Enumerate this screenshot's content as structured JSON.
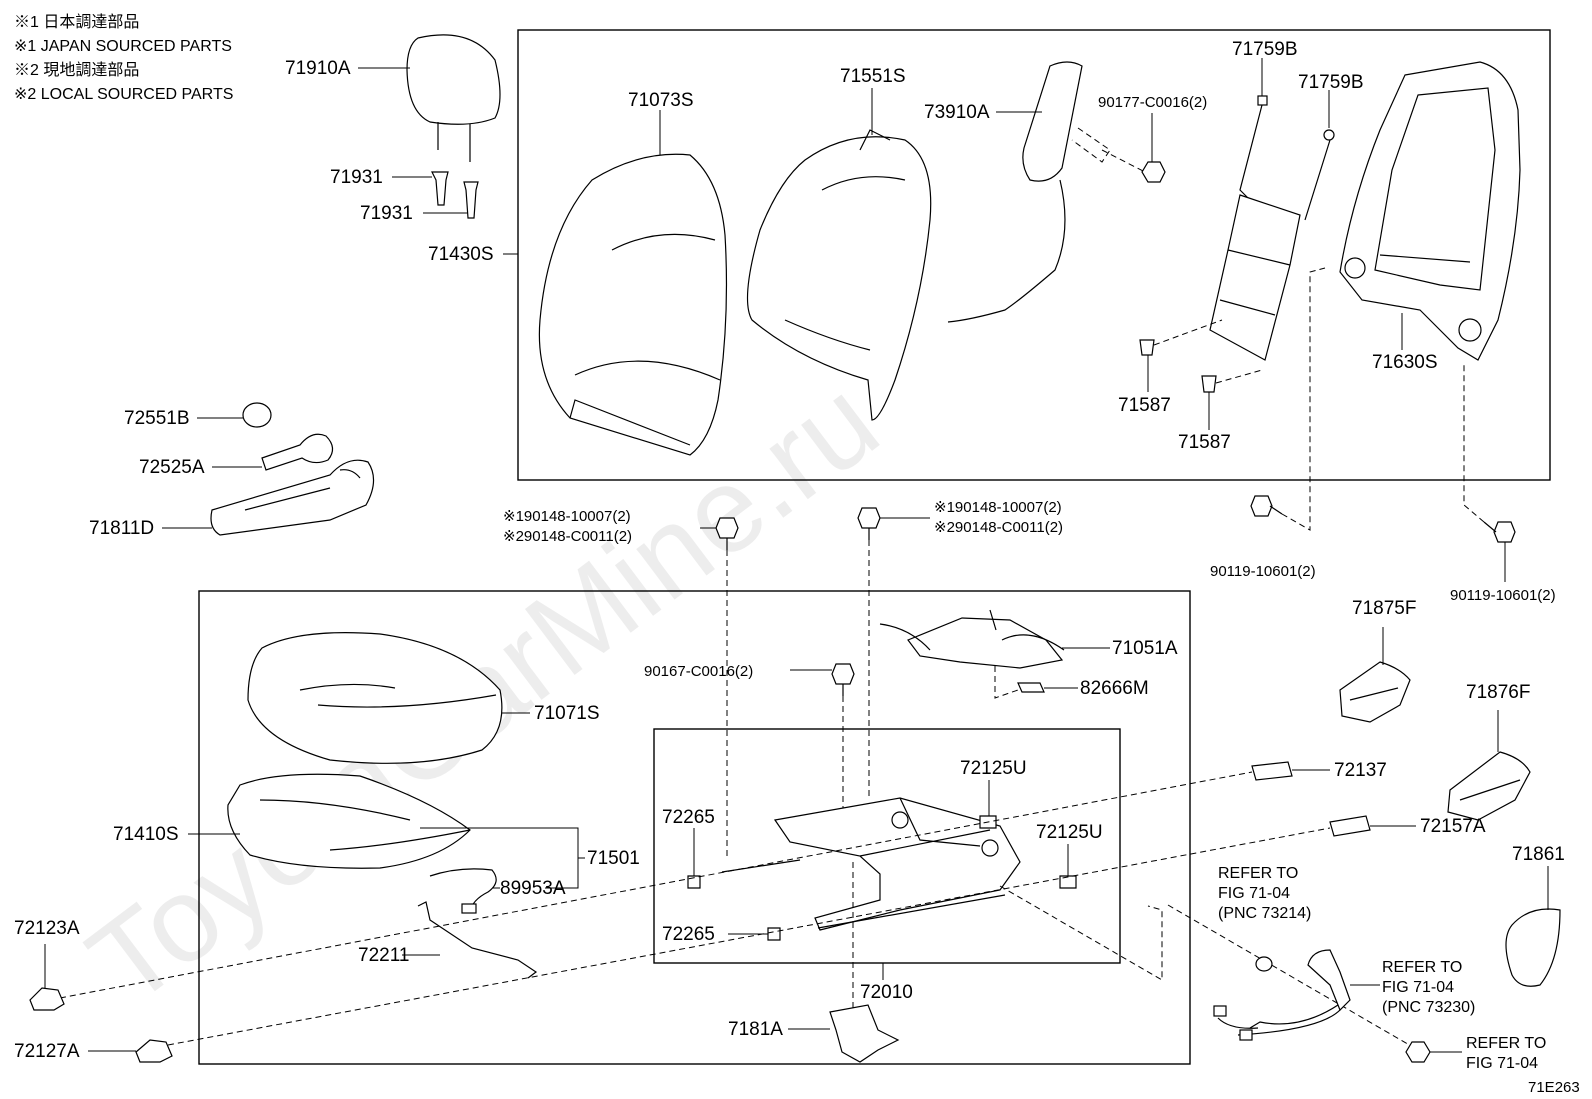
{
  "notes": {
    "line1": "※1 日本調達部品",
    "line2": "※1 JAPAN SOURCED PARTS",
    "line3": "※2 現地調達部品",
    "line4": "※2 LOCAL SOURCED PARTS"
  },
  "watermark": "ToyotaCarMine.ru",
  "figure_code": "71E263",
  "labels": {
    "p71910A": "71910A",
    "p71931a": "71931",
    "p71931b": "71931",
    "p71430S": "71430S",
    "p72551B": "72551B",
    "p72525A": "72525A",
    "p71811D": "71811D",
    "p71073S": "71073S",
    "p71551S": "71551S",
    "p73910A": "73910A",
    "p90177": "90177-C0016(2)",
    "p71759B1": "71759B",
    "p71759B2": "71759B",
    "p71587a": "71587",
    "p71587b": "71587",
    "p71630S": "71630S",
    "p90119a": "90119-10601(2)",
    "p90119b": "90119-10601(2)",
    "p90148L1": "※190148-10007(2)",
    "p90148L2": "※290148-C0011(2)",
    "p90148R1": "※190148-10007(2)",
    "p90148R2": "※290148-C0011(2)",
    "p71875F": "71875F",
    "p71876F": "71876F",
    "p71051A": "71051A",
    "p82666M": "82666M",
    "p90167": "90167-C0016(2)",
    "p71071S": "71071S",
    "p71410S": "71410S",
    "p71501": "71501",
    "p89953A": "89953A",
    "p72125U1": "72125U",
    "p72125U2": "72125U",
    "p72265a": "72265",
    "p72265b": "72265",
    "p72137": "72137",
    "p72157A": "72157A",
    "p71861": "71861",
    "p72123A": "72123A",
    "p72211": "72211",
    "p72010": "72010",
    "p7181A": "7181A",
    "p72127A": "72127A"
  },
  "references": {
    "ref1_l1": "REFER TO",
    "ref1_l2": "FIG 71-04",
    "ref1_l3": "(PNC 73214)",
    "ref2_l1": "REFER TO",
    "ref2_l2": "FIG 71-04",
    "ref2_l3": "(PNC 73230)",
    "ref3_l1": "REFER TO",
    "ref3_l2": "FIG 71-04"
  }
}
